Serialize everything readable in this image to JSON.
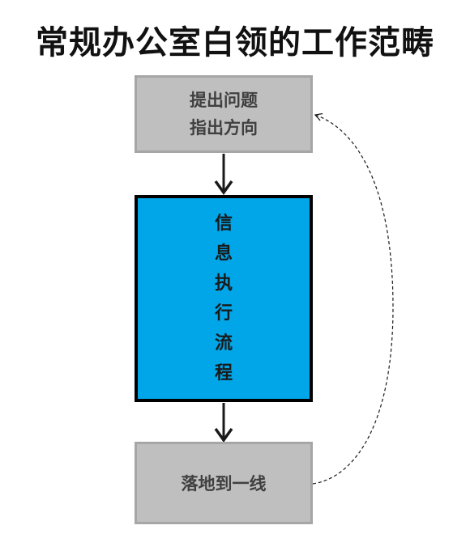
{
  "title": "常规办公室白领的工作范畴",
  "nodes": {
    "top": {
      "line1": "提出问题",
      "line2": "指出方向"
    },
    "middle": {
      "chars": [
        "信",
        "息",
        "执",
        "行",
        "流",
        "程"
      ]
    },
    "bottom": {
      "label": "落地到一线"
    }
  },
  "colors": {
    "gray_box": "#bfbfbf",
    "gray_border": "#a6a6a6",
    "blue_box": "#00a6e8",
    "arrow": "#1a1a1a"
  }
}
